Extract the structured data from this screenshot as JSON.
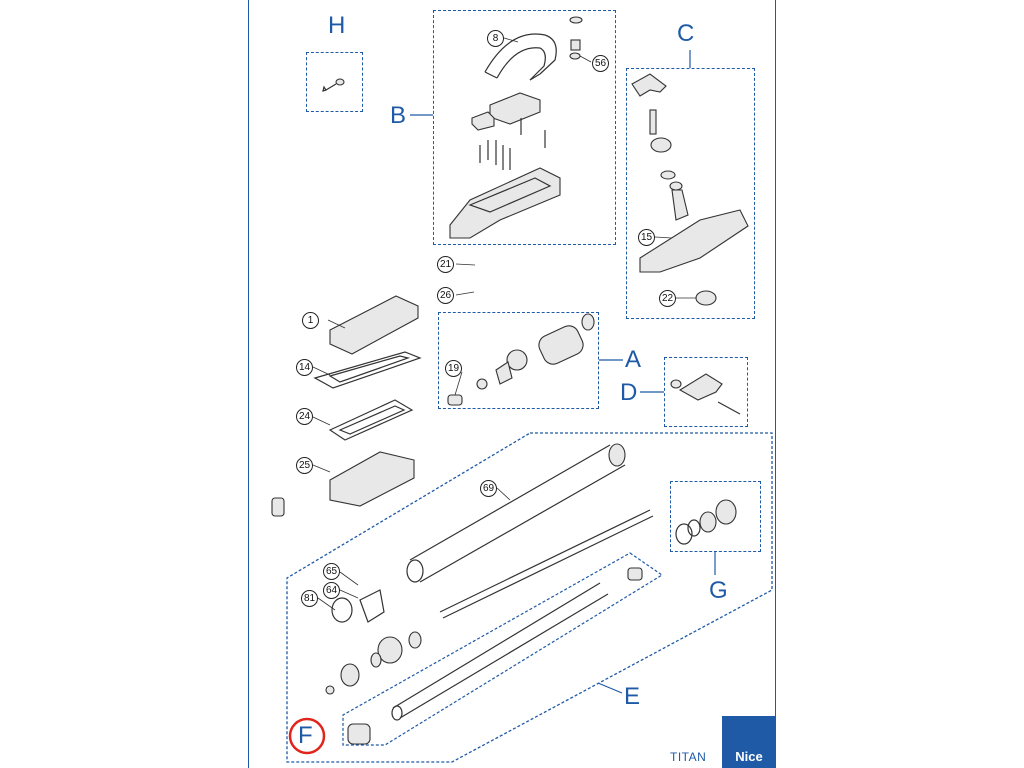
{
  "groups": {
    "A": "A",
    "B": "B",
    "C": "C",
    "D": "D",
    "E": "E",
    "F": "F",
    "G": "G",
    "H": "H"
  },
  "callouts": {
    "c1": "1",
    "c8": "8",
    "c14": "14",
    "c15": "15",
    "c19": "19",
    "c21": "21",
    "c22": "22",
    "c24": "24",
    "c25": "25",
    "c26": "26",
    "c56": "56",
    "c64": "64",
    "c65": "65",
    "c69": "69",
    "c81": "81"
  },
  "footer": {
    "model": "TITAN",
    "logo_text": "Nice"
  },
  "colors": {
    "accent": "#1f5aa6",
    "highlight_ring": "#e0251b"
  }
}
